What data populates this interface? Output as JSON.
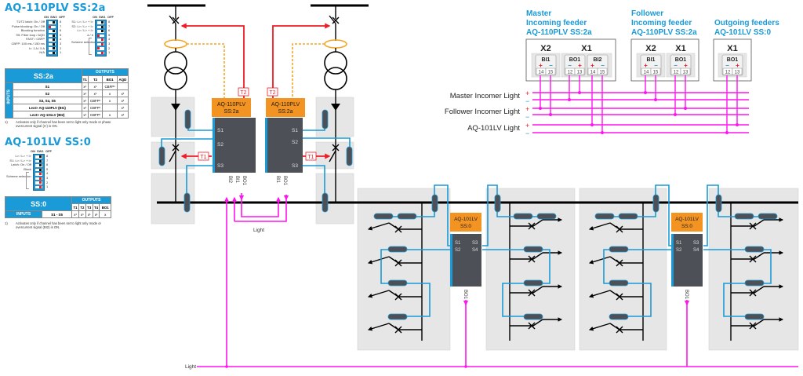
{
  "plv_section": {
    "title": "AQ-110PLV SS:2a",
    "sw2": {
      "header": [
        "ON",
        "SW2",
        "OFF"
      ],
      "labels": [
        "T1/T2 latch: On / Off",
        "Pulse blocking: On / Off",
        "Blocking function",
        "S5: Fiber loop / AQD",
        "FAST / CBFP",
        "CBFP: 100 ms / 150 ms",
        "I>: 1 A / 5 A",
        "N/A"
      ],
      "numbers": [
        "8",
        "7",
        "6",
        "5",
        "4",
        "3",
        "2",
        "1"
      ],
      "states": [
        "off",
        "on",
        "off",
        "off",
        "off",
        "off",
        "off",
        "off"
      ]
    },
    "sw1": {
      "header": [
        "ON",
        "SW1",
        "OFF"
      ],
      "labels": [
        "S1: L> / L> + I>",
        "S2: L> / L> + I>",
        "L> / L> + I>",
        "a / b",
        "",
        "",
        "",
        ""
      ],
      "scheme_label": "Scheme selection",
      "numbers": [
        "8",
        "7",
        "6",
        "5",
        "4",
        "3",
        "2",
        "1"
      ],
      "states": [
        "off",
        "off",
        "off",
        "on",
        "off",
        "off",
        "on",
        "off"
      ]
    },
    "table": {
      "corner": "SS:2a",
      "outputs_label": "OUTPUTS",
      "inputs_label": "INPUTS",
      "columns": [
        "T1",
        "T2",
        "BO1",
        "AQD"
      ],
      "rows": [
        {
          "label": "S1",
          "cells": [
            "x¹",
            "x¹",
            "CBFP¹",
            ""
          ]
        },
        {
          "label": "S2",
          "cells": [
            "x¹",
            "x¹",
            "x",
            "x¹"
          ]
        },
        {
          "label": "S3, S4, S5",
          "cells": [
            "x¹",
            "CBFP¹",
            "x",
            "x¹"
          ]
        },
        {
          "label": "Lext> AQ-110PLV (BI1)",
          "cells": [
            "x¹",
            "CBFP¹",
            "",
            "x¹"
          ]
        },
        {
          "label": "Lext> AQ-101LV (BI2)",
          "cells": [
            "x¹",
            "CBFP¹",
            "x",
            "x¹"
          ]
        }
      ]
    },
    "footnote_num": "1)",
    "footnote": "Activates only if channel has been set to light only mode or phase overcurrent signal (I>) is ON."
  },
  "lv_section": {
    "title": "AQ-101LV SS:0",
    "sw1": {
      "header": [
        "ON",
        "SW1",
        "OFF"
      ],
      "labels": [
        "L> / L> + I>",
        "S1: L> / L> + I>",
        "Latch: On / Off",
        "Block",
        "",
        "",
        "",
        ""
      ],
      "scheme_label": "Scheme selection",
      "numbers": [
        "8",
        "7",
        "6",
        "5",
        "4",
        "3",
        "2",
        "1"
      ],
      "states": [
        "off",
        "off",
        "off",
        "off",
        "off",
        "off",
        "off",
        "off"
      ]
    },
    "table": {
      "corner": "SS:0",
      "outputs_label": "OUTPUTS",
      "inputs_label": "INPUTS",
      "columns": [
        "T1",
        "T2",
        "T3",
        "T4",
        "BO1"
      ],
      "rows": [
        {
          "label": "S1 - S5",
          "cells": [
            "x¹",
            "x¹",
            "x¹",
            "x¹",
            "x"
          ]
        }
      ]
    },
    "footnote_num": "1)",
    "footnote": "Activates only if channel has been set to light only mode or overcurrent signal (BI2) is ON."
  },
  "single_line": {
    "relay_left": {
      "name": "AQ-110PLV",
      "scheme": "SS:2a",
      "sensors": [
        "S1",
        "S2",
        "S3"
      ],
      "io": [
        "BI2",
        "BI1",
        "BO1"
      ],
      "trip_labels": [
        "T2",
        "T1"
      ]
    },
    "relay_right": {
      "name": "AQ-110PLV",
      "scheme": "SS:2a",
      "sensors": [
        "S1",
        "S2",
        "S3"
      ],
      "io": [
        "BI1",
        "BO1"
      ],
      "trip_labels": [
        "T2",
        "T1"
      ]
    },
    "relay_lv_1": {
      "name": "AQ-101LV",
      "scheme": "SS:0",
      "sensors": [
        "S1",
        "S2",
        "S3",
        "S4"
      ],
      "io": [
        "BO1"
      ]
    },
    "relay_lv_2": {
      "name": "AQ-101LV",
      "scheme": "SS:0",
      "sensors": [
        "S1",
        "S2",
        "S3",
        "S4"
      ],
      "io": [
        "BO1"
      ]
    },
    "light_label_mid": "Light",
    "light_label_bottom": "Light"
  },
  "wiring": {
    "groups": [
      {
        "line1": "Master",
        "line2": "Incoming feeder",
        "line3": "AQ-110PLV SS:2a",
        "connectors": [
          {
            "name": "X2",
            "terminals": [
              {
                "name": "BI1",
                "pol": [
                  "+",
                  "−"
                ],
                "pins": [
                  "14",
                  "15"
                ]
              }
            ]
          },
          {
            "name": "X1",
            "terminals": [
              {
                "name": "BO1",
                "pol": [
                  "−",
                  "+"
                ],
                "pins": [
                  "12",
                  "13"
                ]
              },
              {
                "name": "BI2",
                "pol": [
                  "+",
                  "−"
                ],
                "pins": [
                  "14",
                  "15"
                ]
              }
            ]
          }
        ]
      },
      {
        "line1": "Follower",
        "line2": "Incoming feeder",
        "line3": "AQ-110PLV SS:2a",
        "connectors": [
          {
            "name": "X2",
            "terminals": [
              {
                "name": "BI1",
                "pol": [
                  "+",
                  "−"
                ],
                "pins": [
                  "14",
                  "15"
                ]
              }
            ]
          },
          {
            "name": "X1",
            "terminals": [
              {
                "name": "BO1",
                "pol": [
                  "−",
                  "+"
                ],
                "pins": [
                  "12",
                  "13"
                ]
              }
            ]
          }
        ]
      },
      {
        "line1": "",
        "line2": "Outgoing feeders",
        "line3": "AQ-101LV SS:0",
        "connectors": [
          {
            "name": "X1",
            "terminals": [
              {
                "name": "BO1",
                "pol": [
                  "−",
                  "+"
                ],
                "pins": [
                  "12",
                  "13"
                ]
              }
            ]
          }
        ]
      }
    ],
    "buses": [
      {
        "label": "Master Incomer Light",
        "plus": "+",
        "minus": "−"
      },
      {
        "label": "Follower Incomer Light",
        "plus": "+",
        "minus": "−"
      },
      {
        "label": "AQ-101LV Light",
        "plus": "+",
        "minus": "−"
      }
    ]
  },
  "colors": {
    "accent_blue": "#1a9ad6",
    "relay_orange": "#f39321",
    "trip_red": "#ee1c25",
    "light_magenta": "#ff14f0",
    "relay_body": "#4d5157",
    "panel_grey": "#e6e6e6"
  }
}
